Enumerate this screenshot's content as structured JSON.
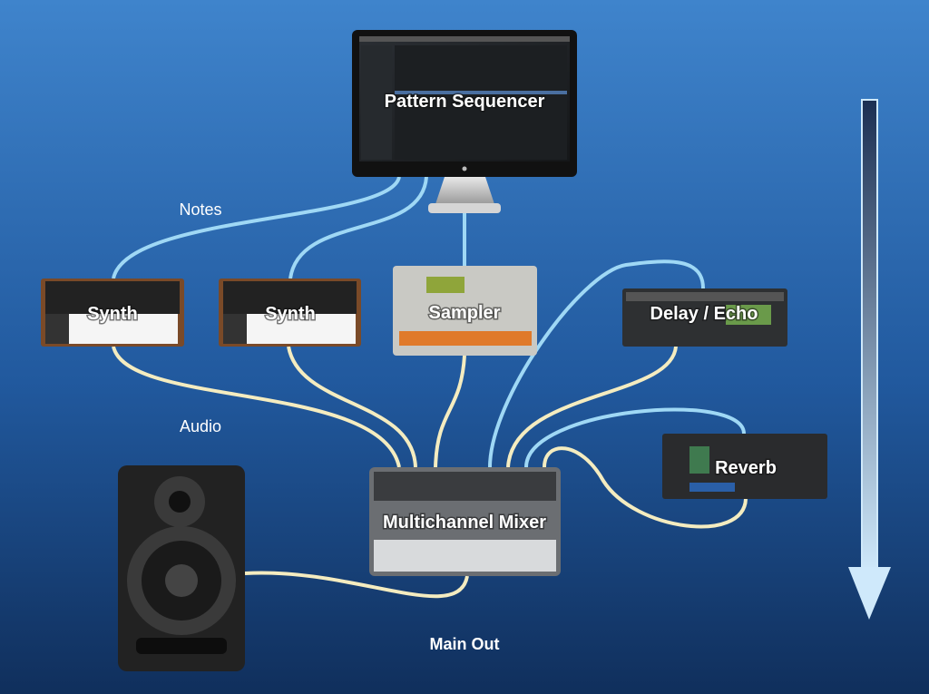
{
  "colors": {
    "background_top": "#3d7fc8",
    "background_bottom": "#123a6e",
    "notes_cable": "#9fd8f5",
    "audio_cable": "#f4ecc0"
  },
  "devices": {
    "sequencer": "Pattern Sequencer",
    "synth1": "Synth",
    "synth2": "Synth",
    "sampler": "Sampler",
    "delay": "Delay / Echo",
    "reverb": "Reverb",
    "mixer": "Multichannel Mixer"
  },
  "captions": {
    "notes": "Notes",
    "audio": "Audio",
    "main_out": "Main Out"
  },
  "icons": {
    "flow_arrow": "down-arrow-icon",
    "speaker": "speaker-icon"
  }
}
